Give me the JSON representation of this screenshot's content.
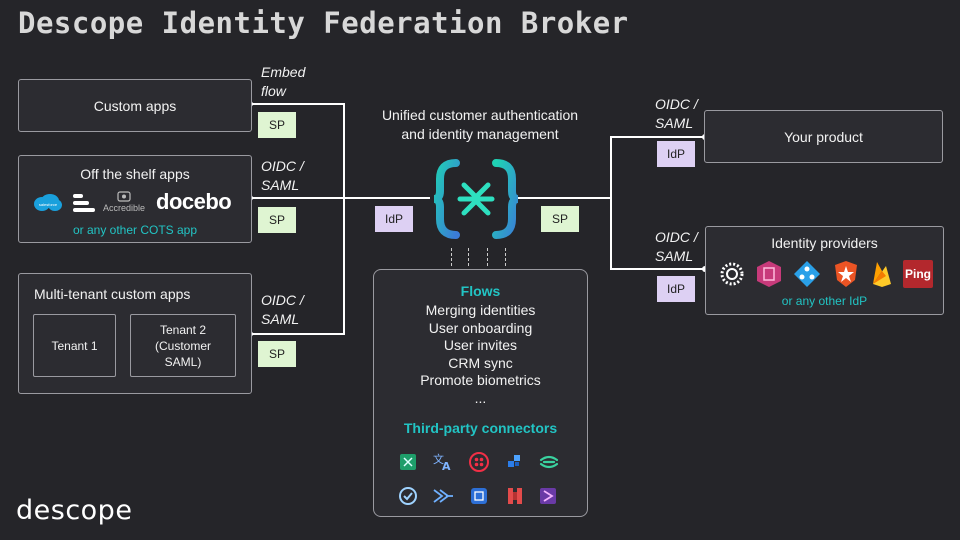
{
  "title": "Descope Identity Federation Broker",
  "left": {
    "custom_apps": "Custom apps",
    "embed_flow": "Embed\nflow",
    "off_the_shelf": "Off the shelf apps",
    "cots_logos": [
      "salesforce",
      "Accredible",
      "docebo"
    ],
    "cots_note": "or any other COTS app",
    "multi_tenant": "Multi-tenant custom apps",
    "tenant1": "Tenant 1",
    "tenant2": "Tenant 2\n(Customer\nSAML)"
  },
  "protocol": {
    "oidc_saml": "OIDC /\nSAML",
    "sp": "SP",
    "idp": "IdP"
  },
  "center": {
    "heading": "Unified customer authentication\nand identity management",
    "flows_title": "Flows",
    "flows": [
      "Merging identities",
      "User onboarding",
      "User invites",
      "CRM sync",
      "Promote biometrics",
      "..."
    ],
    "connectors_title": "Third-party connectors"
  },
  "right": {
    "your_product": "Your product",
    "identity_providers": "Identity providers",
    "idp_note": "or any other IdP",
    "ping": "Ping"
  },
  "logo": "descope",
  "colors": {
    "background": "#252529",
    "accent": "#22c4c4",
    "sp": "#dff5d2",
    "idp": "#ddd0f3"
  }
}
